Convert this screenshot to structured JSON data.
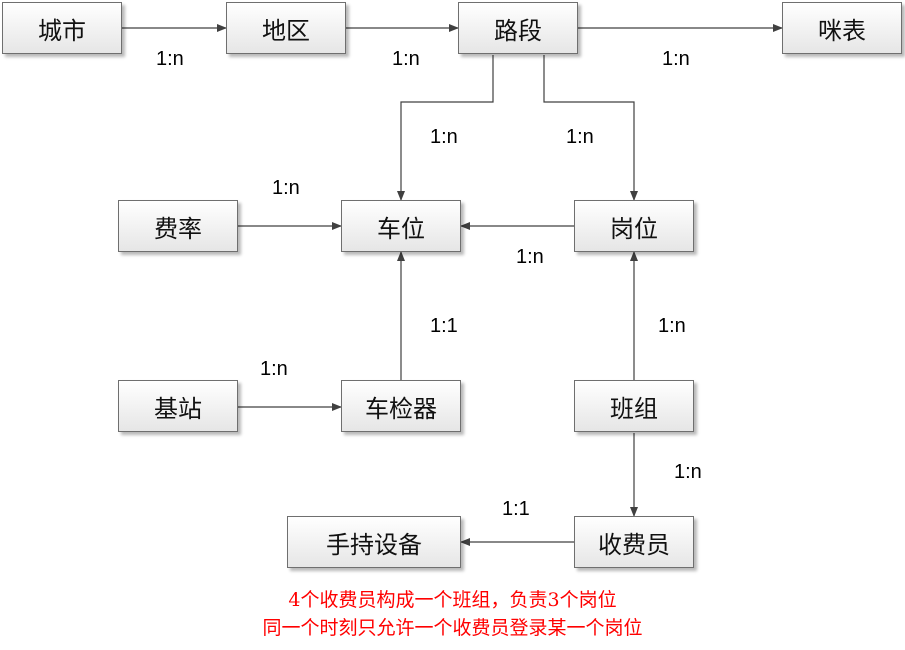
{
  "nodes": {
    "city": "城市",
    "district": "地区",
    "road": "路段",
    "meter": "咪表",
    "rate": "费率",
    "parking_space": "车位",
    "post": "岗位",
    "base_station": "基站",
    "vehicle_detector": "车检器",
    "team": "班组",
    "handheld": "手持设备",
    "collector": "收费员"
  },
  "relations": {
    "city_district": "1:n",
    "district_road": "1:n",
    "road_meter": "1:n",
    "road_space": "1:n",
    "road_post": "1:n",
    "rate_space": "1:n",
    "post_space": "1:n",
    "detector_space": "1:1",
    "team_post": "1:n",
    "base_detector": "1:n",
    "team_collector": "1:n",
    "collector_handheld": "1:1"
  },
  "notes": {
    "line1": "4个收费员构成一个班组，负责3个岗位",
    "line2": "同一个时刻只允许一个收费员登录某一个岗位"
  },
  "colors": {
    "note": "#ff0000",
    "line": "#404040",
    "node_border": "#6f6f6f"
  }
}
